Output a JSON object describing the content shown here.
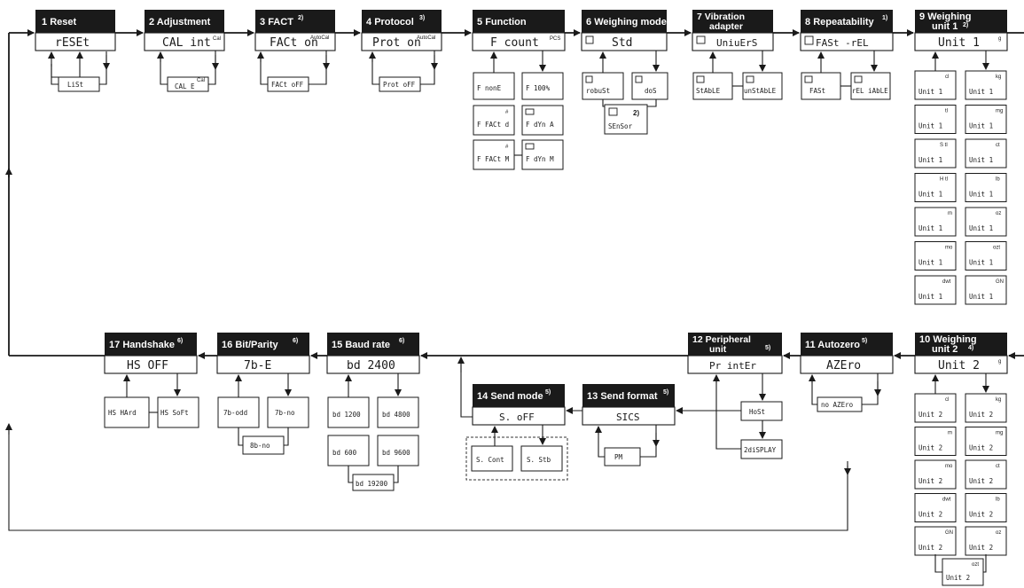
{
  "blocks": {
    "b1": {
      "num": "1",
      "title": "Reset",
      "note": "",
      "display": "rESEt"
    },
    "b2": {
      "num": "2",
      "title": "Adjustment",
      "note": "",
      "display": "CAL  int",
      "tag": "Cal"
    },
    "b3": {
      "num": "3",
      "title": "FACT",
      "note": "2)",
      "display": "FACt  on",
      "tag": "AutoCal"
    },
    "b4": {
      "num": "4",
      "title": "Protocol",
      "note": "3)",
      "display": "Prot  on",
      "tag": "AutoCal"
    },
    "b5": {
      "num": "5",
      "title": "Function",
      "note": "",
      "display": "F  count",
      "tag": "PCS"
    },
    "b6": {
      "num": "6",
      "title": "Weighing mode",
      "note": "",
      "display": "Std"
    },
    "b7": {
      "num": "7",
      "title": "Vibration",
      "title2": "adapter",
      "note": "",
      "display": "UniuErS"
    },
    "b8": {
      "num": "8",
      "title": "Repeatability",
      "note": "1)",
      "display": "FASt  -rEL"
    },
    "b9": {
      "num": "9",
      "title": "Weighing",
      "title2": "unit 1",
      "note": "2)",
      "display": "Unit  1",
      "tag": "g"
    },
    "b10": {
      "num": "10",
      "title": "Weighing",
      "title2": "unit 2",
      "note": "4)",
      "display": "Unit  2",
      "tag": "g"
    },
    "b11": {
      "num": "11",
      "title": "Autozero",
      "note": "5)",
      "display": "AZEro"
    },
    "b12": {
      "num": "12",
      "title": "Peripheral",
      "title2": "unit",
      "note": "5)",
      "display": "Pr intEr"
    },
    "b13": {
      "num": "13",
      "title": "Send format",
      "note": "5)",
      "display": "SICS"
    },
    "b14": {
      "num": "14",
      "title": "Send mode",
      "note": "5)",
      "display": "S. oFF"
    },
    "b15": {
      "num": "15",
      "title": "Baud rate",
      "note": "6)",
      "display": "bd  2400"
    },
    "b16": {
      "num": "16",
      "title": "Bit/Parity",
      "note": "6)",
      "display": "7b-E"
    },
    "b17": {
      "num": "17",
      "title": "Handshake",
      "note": "6)",
      "display": "HS  OFF"
    }
  },
  "options": {
    "list": "LiSt",
    "cal_e": "CAL  E",
    "cal_e_tag": "Cal",
    "fact_off": "FACt oFF",
    "prot_off": "Prot oFF",
    "f_none": "F  nonE",
    "f_100": "F  100%",
    "f_fact_d": "F FACt d",
    "f_fact_d_tag": "#",
    "f_dyn_a": "F dYn A",
    "f_fact_m": "F FACt M",
    "f_fact_m_tag": "#",
    "f_dyn_m": "F dYn M",
    "robust": "robuSt",
    "dos": "doS",
    "sensor": "SEnSor",
    "sensor_tag": "2)",
    "stable": "StAbLE",
    "unstable": "unStAbLE",
    "fast": "FASt",
    "reliable": "rEL iAbLE",
    "host": "HoSt",
    "display": "2diSPLAY",
    "pm": "PM",
    "s_cont": "S. Cont",
    "s_stb": "S. Stb",
    "no_azero": "no AZEro",
    "hs_hard": "HS  HArd",
    "hs_soft": "HS  SoFt",
    "b7_odd": "7b-odd",
    "b7_no": "7b-no",
    "b8_no": "8b-no",
    "bd1200": "bd  1200",
    "bd4800": "bd  4800",
    "bd600": "bd  600",
    "bd9600": "bd  9600",
    "bd19200": "bd  19200"
  },
  "units1": [
    {
      "tag": "cl",
      "text": "Unit  1"
    },
    {
      "tag": "kg",
      "text": "Unit  1"
    },
    {
      "tag": "tl",
      "text": "Unit  1"
    },
    {
      "tag": "mg",
      "text": "Unit  1"
    },
    {
      "tag": "S tl",
      "text": "Unit  1"
    },
    {
      "tag": "ct",
      "text": "Unit  1"
    },
    {
      "tag": "H tl",
      "text": "Unit  1"
    },
    {
      "tag": "lb",
      "text": "Unit  1"
    },
    {
      "tag": "m",
      "text": "Unit  1"
    },
    {
      "tag": "oz",
      "text": "Unit  1"
    },
    {
      "tag": "mo",
      "text": "Unit  1"
    },
    {
      "tag": "ozt",
      "text": "Unit  1"
    },
    {
      "tag": "dwt",
      "text": "Unit  1"
    },
    {
      "tag": "GN",
      "text": "Unit  1"
    }
  ],
  "units2": [
    {
      "tag": "cl",
      "text": "Unit  2"
    },
    {
      "tag": "kg",
      "text": "Unit  2"
    },
    {
      "tag": "m",
      "text": "Unit  2"
    },
    {
      "tag": "mg",
      "text": "Unit  2"
    },
    {
      "tag": "mo",
      "text": "Unit  2"
    },
    {
      "tag": "ct",
      "text": "Unit  2"
    },
    {
      "tag": "dwt",
      "text": "Unit  2"
    },
    {
      "tag": "lb",
      "text": "Unit  2"
    },
    {
      "tag": "GN",
      "text": "Unit  2"
    },
    {
      "tag": "oz",
      "text": "Unit  2"
    }
  ],
  "unit2_last": {
    "tag": "ozt",
    "text": "Unit  2"
  }
}
